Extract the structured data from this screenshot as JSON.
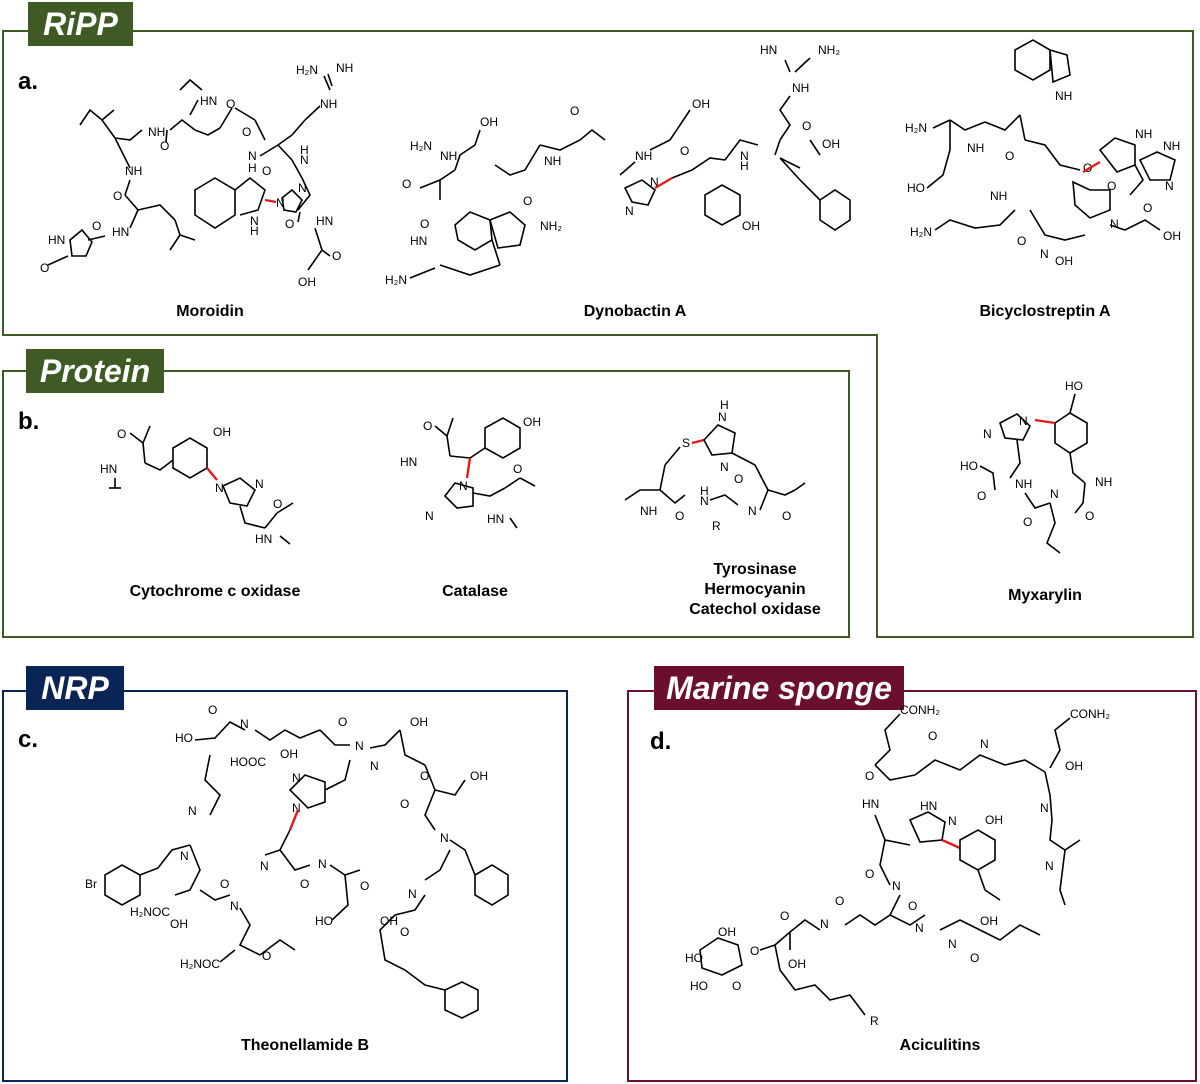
{
  "colors": {
    "ripp": "#3f5a24",
    "protein": "#3f5a24",
    "nrp": "#0b2456",
    "marine": "#6b0f2e",
    "highlight_bond": "#e31a1c"
  },
  "sections": {
    "ripp": {
      "label": "RiPP",
      "panel": "a.",
      "compounds": [
        "Moroidin",
        "Dynobactin A",
        "Bicyclostreptin A",
        "Myxarylin"
      ]
    },
    "protein": {
      "label": "Protein",
      "panel": "b.",
      "compounds": [
        "Cytochrome c oxidase",
        "Catalase"
      ],
      "multi_caption": [
        "Tyrosinase",
        "Hermocyanin",
        "Catechol oxidase"
      ]
    },
    "nrp": {
      "label": "NRP",
      "panel": "c.",
      "compounds": [
        "Theonellamide B"
      ]
    },
    "marine": {
      "label": "Marine sponge",
      "panel": "d.",
      "compounds": [
        "Aciculitins"
      ]
    }
  },
  "atom_labels": {
    "moroidin": [
      "H₂N",
      "NH",
      "NH",
      "HN",
      "O",
      "O",
      "O",
      "O",
      "N",
      "N",
      "N",
      "H",
      "H",
      "H",
      "O",
      "OH",
      "O",
      "HN",
      "O",
      "H",
      "N",
      "O"
    ],
    "dynobactin": [
      "HN",
      "NH₂",
      "NH",
      "OH",
      "H₂N",
      "O",
      "O",
      "H",
      "N",
      "O",
      "NH",
      "HN",
      "OH",
      "O",
      "NH₂",
      "H₂N",
      "N",
      "OH",
      "O"
    ],
    "bicyclostreptin": [
      "NH",
      "H₂N",
      "HO",
      "NH",
      "O",
      "NH",
      "O",
      "N",
      "HN",
      "H₂N",
      "OH",
      "OH",
      "O",
      "O",
      "NH",
      "N",
      "NH"
    ],
    "cytochrome": [
      "O",
      "OH",
      "HN",
      "N",
      "O",
      "N",
      "HN"
    ],
    "catalase": [
      "O",
      "OH",
      "HN",
      "N",
      "N",
      "O",
      "HN"
    ],
    "tyrosinase": [
      "S",
      "H",
      "N",
      "N",
      "NH",
      "O",
      "N",
      "O",
      "R",
      "N",
      "O"
    ],
    "myxarylin": [
      "HO",
      "N",
      "N",
      "HO",
      "O",
      "NH",
      "N",
      "O",
      "NH",
      "O"
    ],
    "theonellamide": [
      "O",
      "HO",
      "N",
      "HOOC",
      "OH",
      "O",
      "OH",
      "Br",
      "H₂NOC",
      "OH",
      "H₂NOC",
      "N",
      "N",
      "HO",
      "O",
      "N",
      "OH",
      "O",
      "N",
      "HO"
    ],
    "aciculitin": [
      "CONH₂",
      "CONH₂",
      "HN",
      "OH",
      "O",
      "HN",
      "N",
      "N",
      "OH",
      "HO",
      "OH",
      "O",
      "O",
      "OH",
      "N",
      "N",
      "HO",
      "O",
      "R"
    ]
  }
}
